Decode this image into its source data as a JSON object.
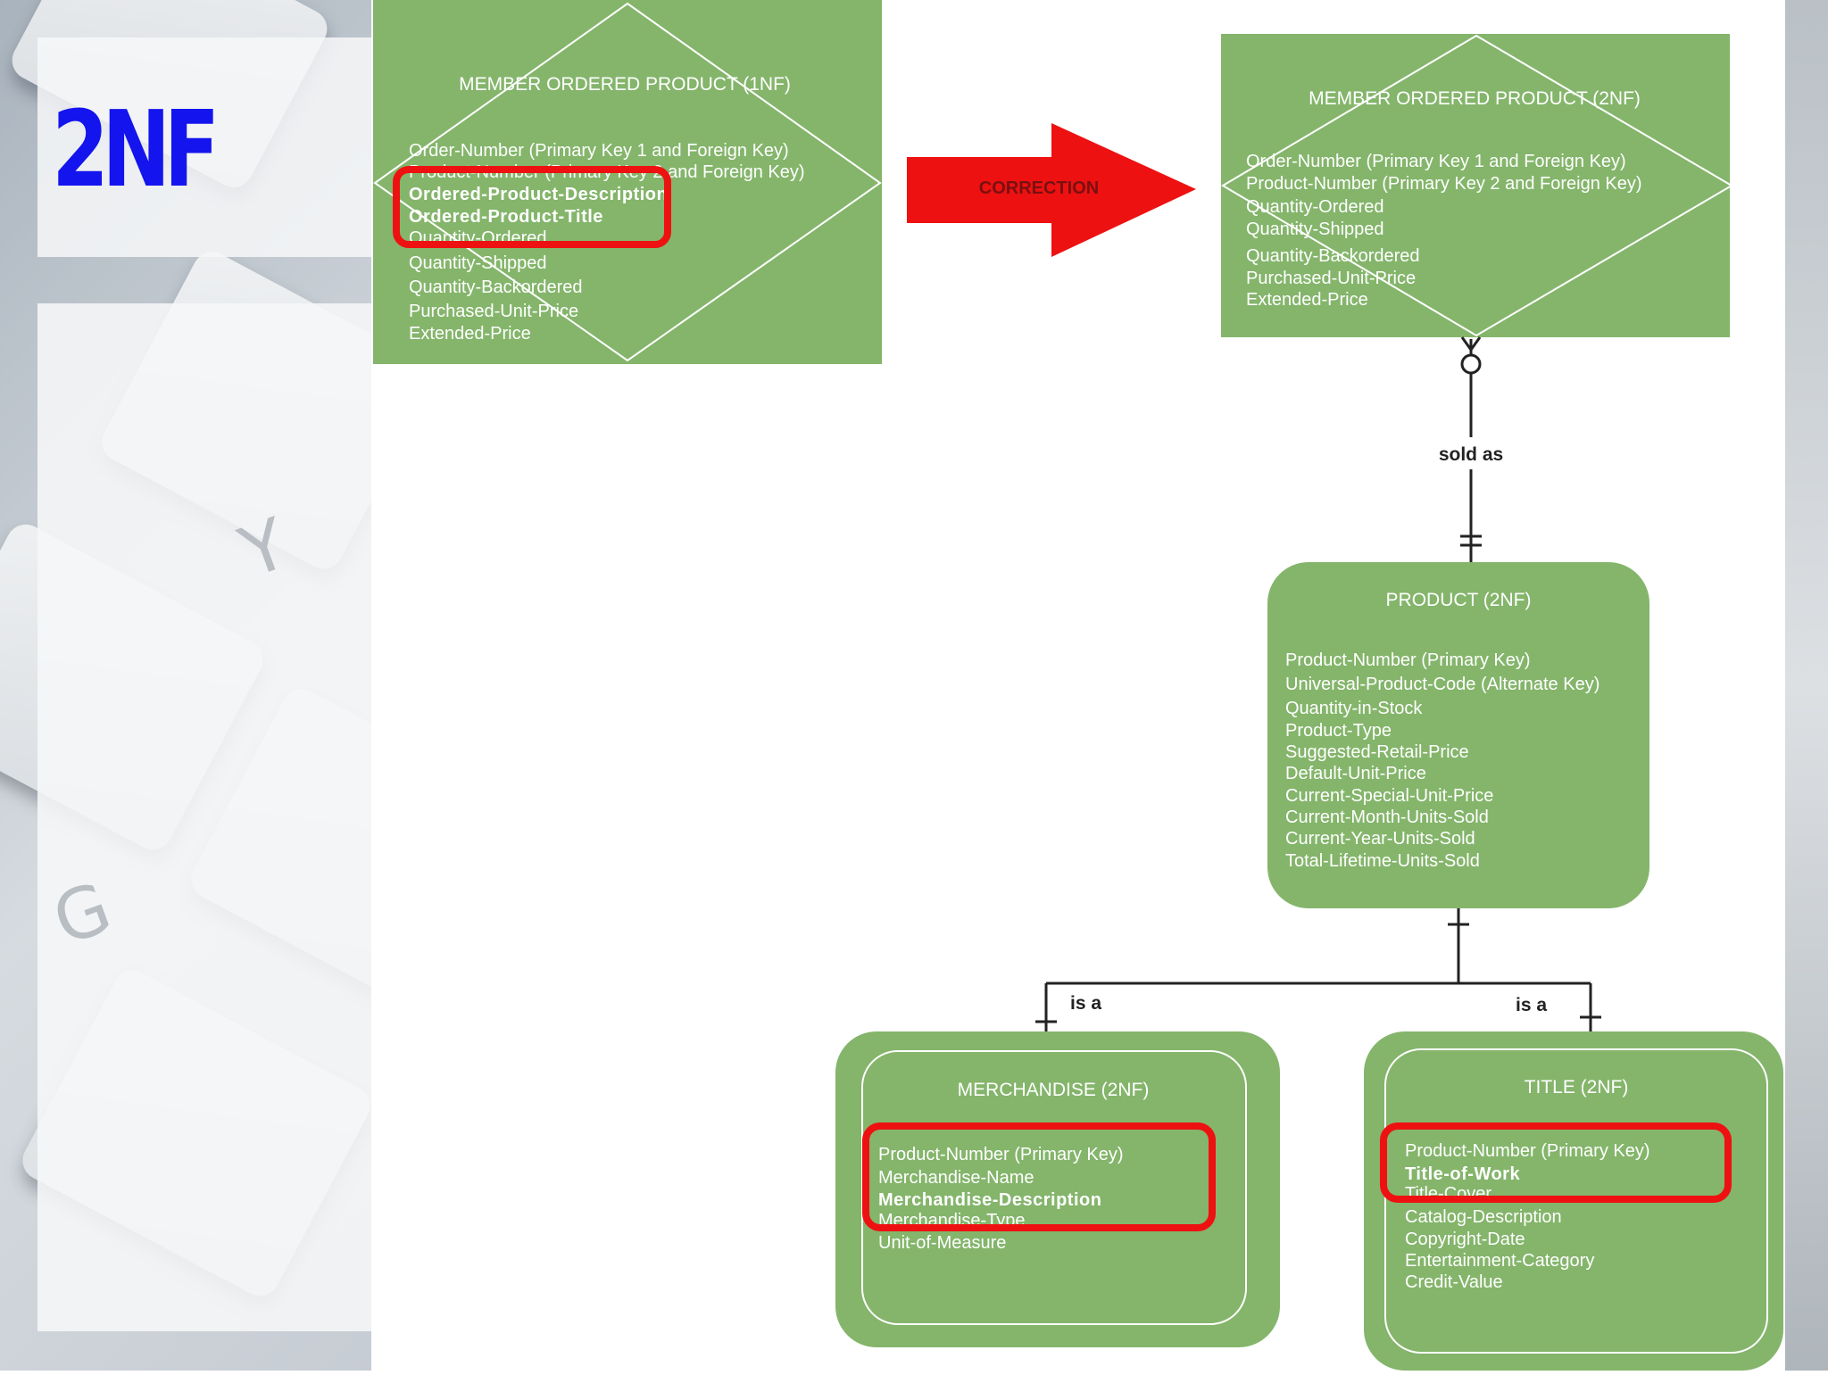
{
  "slide": {
    "title": "2NF"
  },
  "keyboard_letters": [
    "Y",
    "G"
  ],
  "colors": {
    "entity_green": "#84b56b",
    "highlight_red": "#ee1111",
    "arrow_red": "#ee1111",
    "title_blue": "#1414ee"
  },
  "correction_arrow": {
    "label": "CORRECTION"
  },
  "mop_1nf": {
    "title": "MEMBER ORDERED PRODUCT (1NF)",
    "attrs": [
      "Order-Number (Primary Key 1 and Foreign Key)",
      "Product-Number (Primary Key 2 and Foreign Key)",
      "Ordered-Product-Description",
      "Ordered-Product-Title",
      "Quantity-Ordered",
      "Quantity-Shipped",
      "Quantity-Backordered",
      "Purchased-Unit-Price",
      "Extended-Price"
    ]
  },
  "mop_2nf": {
    "title": "MEMBER ORDERED PRODUCT (2NF)",
    "attrs": [
      "Order-Number (Primary Key 1 and Foreign Key)",
      "Product-Number (Primary Key 2 and Foreign Key)",
      "Quantity-Ordered",
      "Quantity-Shipped",
      "Quantity-Backordered",
      "Purchased-Unit-Price",
      "Extended-Price"
    ]
  },
  "relationships": {
    "sold_as": "sold as",
    "is_a_left": "is a",
    "is_a_right": "is a"
  },
  "product": {
    "title": "PRODUCT (2NF)",
    "attrs": [
      "Product-Number (Primary Key)",
      "Universal-Product-Code (Alternate Key)",
      "Quantity-in-Stock",
      "Product-Type",
      "Suggested-Retail-Price",
      "Default-Unit-Price",
      "Current-Special-Unit-Price",
      "Current-Month-Units-Sold",
      "Current-Year-Units-Sold",
      "Total-Lifetime-Units-Sold"
    ]
  },
  "merchandise": {
    "title": "MERCHANDISE (2NF)",
    "attrs": [
      "Product-Number (Primary Key)",
      "Merchandise-Name",
      "Merchandise-Description",
      "Merchandise-Type",
      "Unit-of-Measure"
    ]
  },
  "title_entity": {
    "title": "TITLE (2NF)",
    "attrs": [
      "Product-Number (Primary Key)",
      "Title-of-Work",
      "Title-Cover",
      "Catalog-Description",
      "Copyright-Date",
      "Entertainment-Category",
      "Credit-Value"
    ]
  }
}
